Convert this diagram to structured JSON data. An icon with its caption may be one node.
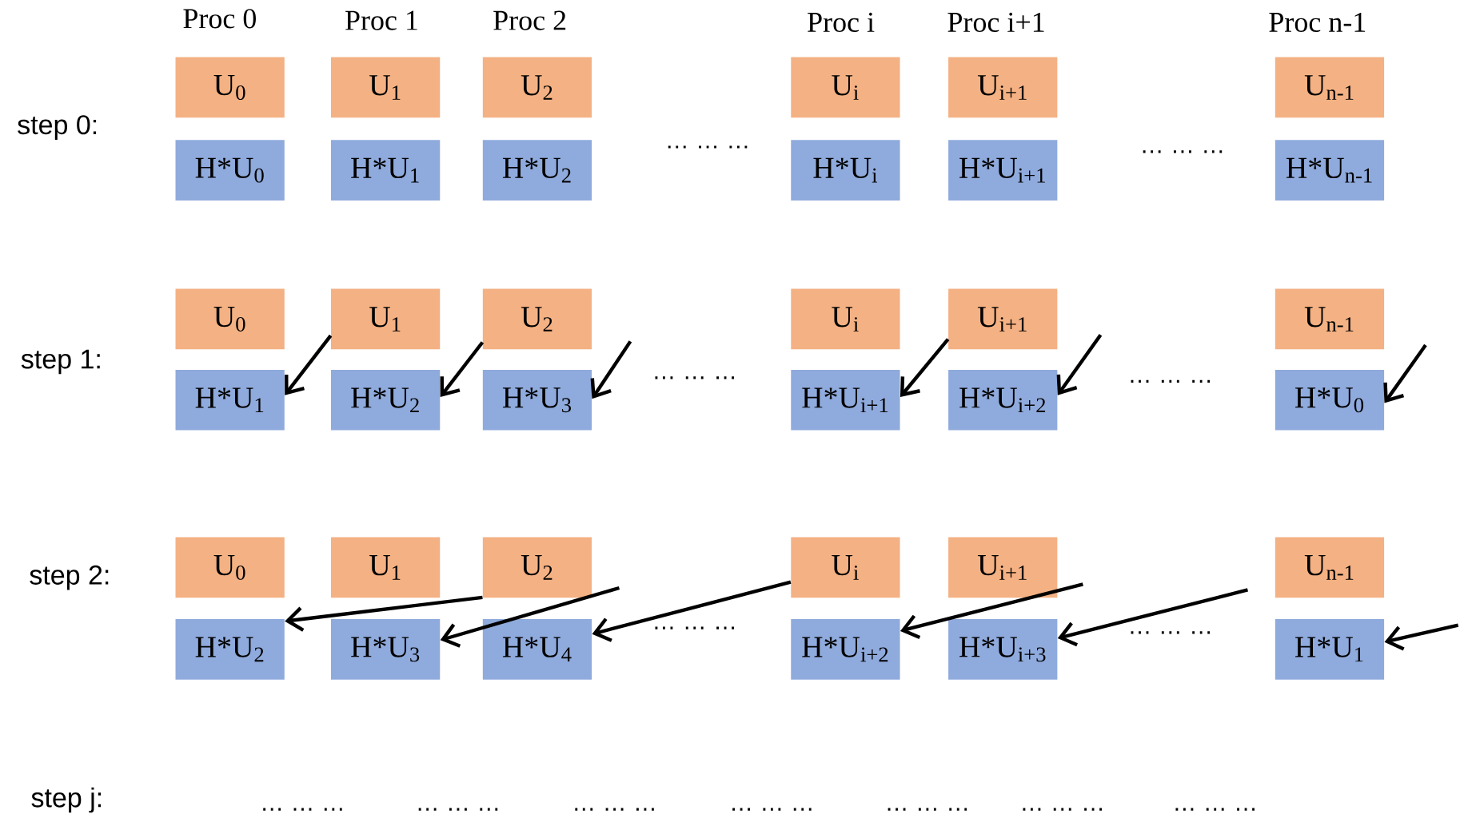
{
  "diagram": {
    "nodes": [
      {
        "text": [
          "U$_{0}$"
        ]
      },
      {
        "text": [
          "U$_{1}$"
        ]
      },
      {
        "text": [
          "U$_{2}$"
        ]
      },
      {
        "text": [
          "U$_{i}$"
        ]
      },
      {
        "text": [
          "U$_{i+1}$"
        ]
      },
      {
        "text": [
          "U$_{n-1}$"
        ]
      },
      {
        "text": [
          "H*U$_{0}$"
        ]
      },
      {
        "text": [
          "H*U$_{1}$"
        ]
      },
      {
        "text": [
          "H*U$_{2}$"
        ]
      },
      {
        "text": [
          "H*U$_{i}$"
        ]
      },
      {
        "text": [
          "H*U$_{i+1}$"
        ]
      },
      {
        "text": [
          "H*U$_{n-1}$"
        ]
      },
      {
        "text": [
          "U$_{0}$"
        ]
      },
      {
        "text": [
          "U$_{1}$"
        ]
      },
      {
        "text": [
          "U$_{2}$"
        ]
      },
      {
        "text": [
          "U$_{i}$"
        ]
      },
      {
        "text": [
          "U$_{i+1}$"
        ]
      },
      {
        "text": [
          "U$_{n-1}$"
        ]
      },
      {
        "text": [
          "H*U$_{1}$"
        ]
      },
      {
        "text": [
          "H*U$_{2}$"
        ]
      },
      {
        "text": [
          "H*U$_{3}$"
        ]
      },
      {
        "text": [
          "H*U$_{i+1}$"
        ]
      },
      {
        "text": [
          "H*U$_{i+2}$"
        ]
      },
      {
        "text": [
          "H*U$_{0}$"
        ]
      },
      {
        "text": [
          "U$_{0}$"
        ]
      },
      {
        "text": [
          "U$_{1}$"
        ]
      },
      {
        "text": [
          "U$_{2}$"
        ]
      },
      {
        "text": [
          "U$_{i}$"
        ]
      },
      {
        "text": [
          "U$_{i+1}$"
        ]
      },
      {
        "text": [
          "U$_{n-1}$"
        ]
      },
      {
        "text": [
          "H*U$_{2}$"
        ]
      },
      {
        "text": [
          "H*U$_{3}$"
        ]
      },
      {
        "text": [
          "H*U$_{4}$"
        ]
      },
      {
        "text": [
          "H*U$_{i+2}$"
        ]
      },
      {
        "text": [
          "H*U$_{i+3}$"
        ]
      },
      {
        "text": [
          "H*U$_{1}$"
        ]
      }
    ],
    "edges": [
      {
        "from": 13,
        "to": 18,
        "arrow": "to"
      },
      {
        "from": 14,
        "to": 19,
        "arrow": "to"
      },
      {
        "from": null,
        "to": 20,
        "arrow": "to"
      },
      {
        "from": 16,
        "to": 21,
        "arrow": "to"
      },
      {
        "from": null,
        "to": 22,
        "arrow": "to"
      },
      {
        "from": null,
        "to": 23,
        "arrow": "to"
      },
      {
        "from": 26,
        "to": 30,
        "arrow": "to"
      },
      {
        "from": null,
        "to": 31,
        "arrow": "to"
      },
      {
        "from": 27,
        "to": 32,
        "arrow": "to"
      },
      {
        "from": null,
        "to": 33,
        "arrow": "to"
      },
      {
        "from": null,
        "to": 34,
        "arrow": "to"
      },
      {
        "from": null,
        "to": 35,
        "arrow": "to"
      }
    ],
    "labels": [
      "Proc 0",
      "Proc 1",
      "Proc 2",
      "Proc i",
      "Proc i+1",
      "Proc n-1",
      "step 0:",
      "… … …",
      "… … …",
      "step 1:",
      "… … …",
      "… … …",
      "step 2:",
      "… … …",
      "… … …",
      "step j:",
      "… … …",
      "… … …",
      "… … …",
      "… … …",
      "… … …",
      "… … …",
      "… … …"
    ]
  }
}
